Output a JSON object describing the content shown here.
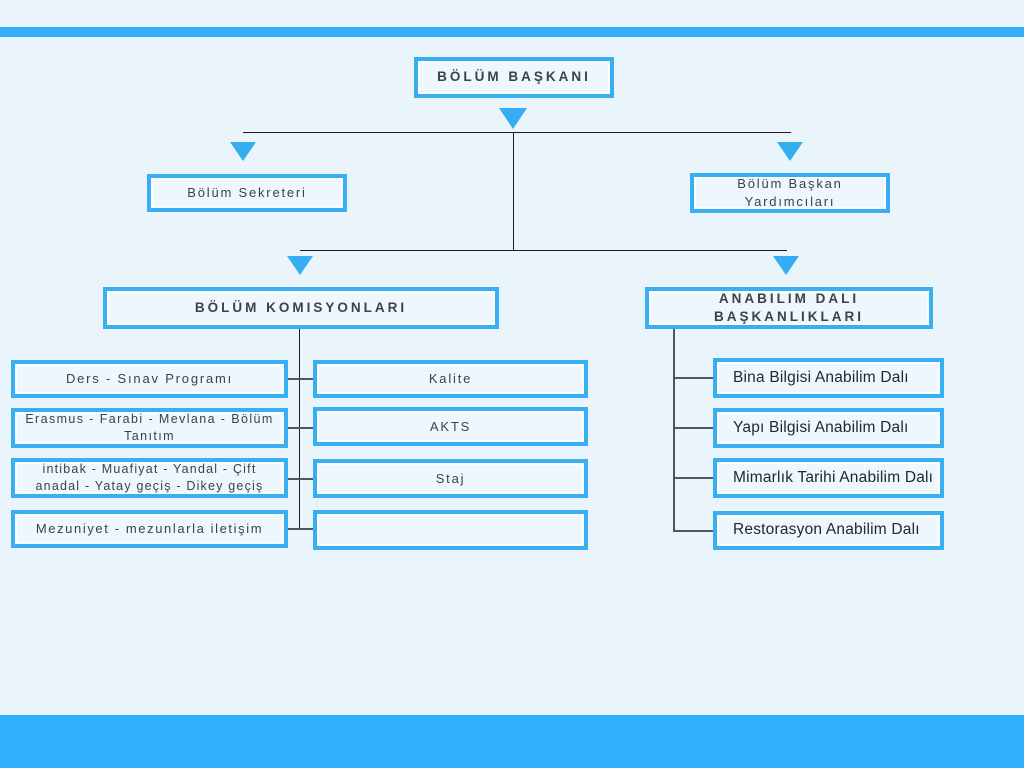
{
  "org": {
    "root_label": "BÖLÜM BAŞKANI",
    "secretary_label": "Bölüm Sekreteri",
    "vice_heads_label": "Bölüm Başkan Yardımcıları",
    "commissions": {
      "title": "BÖLÜM KOMISYONLARI",
      "col_a": [
        "Ders - Sınav Programı",
        "Erasmus - Farabi - Mevlana - Bölüm Tanıtım",
        "intibak - Muafiyat - Yandal - Çift anadal - Yatay geçiş - Dikey geçiş",
        "Mezuniyet -  mezunlarla iletişim"
      ],
      "col_b": [
        "Kalite",
        "AKTS",
        "Staj",
        ""
      ]
    },
    "departments": {
      "title": "ANABILIM DALI BAŞKANLIKLARI",
      "items": [
        "Bina Bilgisi Anabilim Dalı",
        "Yapı Bilgisi Anabilim Dalı",
        "Mimarlık Tarihi Anabilim Dalı",
        "Restorasyon Anabilim Dalı"
      ]
    }
  },
  "colors": {
    "accent_blue": "#35adf2",
    "box_border": "#38aff3",
    "box_fill": "#eef7fd",
    "background": "#eaf4fb",
    "bottom_band": "#2eb0fb",
    "text": "#3d424a"
  }
}
